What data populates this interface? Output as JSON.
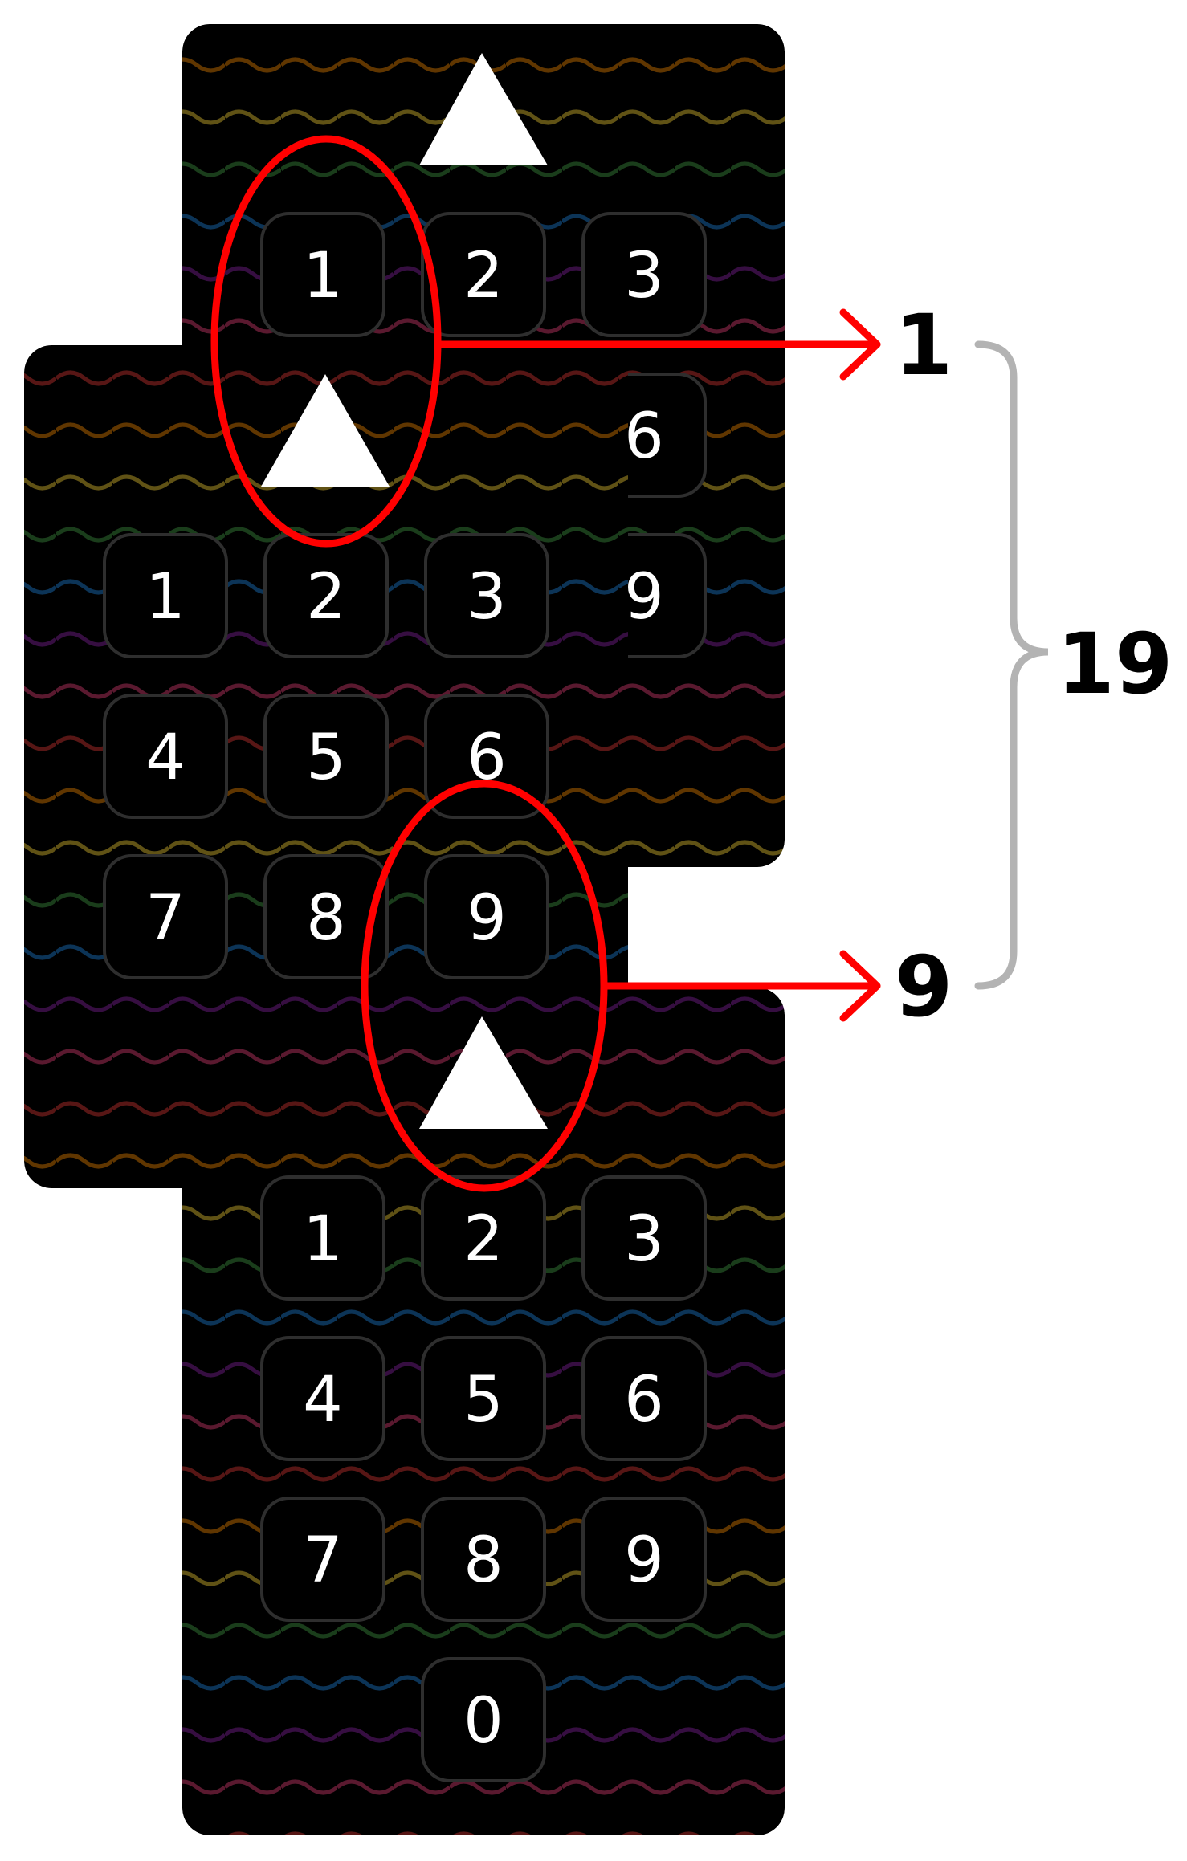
{
  "keypad": {
    "rows": [
      [
        "1",
        "2",
        "3"
      ],
      [
        "4",
        "5",
        "6"
      ],
      [
        "7",
        "8",
        "9"
      ]
    ],
    "zero": "0"
  },
  "panel_top_visible_keys": [
    "1",
    "2",
    "3",
    "6",
    "9"
  ],
  "annotations": {
    "first_pick": "1",
    "second_pick": "9",
    "result": "19"
  },
  "colors": {
    "panel_bg": "#000000",
    "key_border": "#2e2e2e",
    "highlight": "#ff0000",
    "bracket": "#b3b3b3",
    "wave_colors": [
      "#e53935",
      "#fb8c00",
      "#fdd835",
      "#43a047",
      "#1e88e5",
      "#8e24aa",
      "#ec407a"
    ]
  }
}
